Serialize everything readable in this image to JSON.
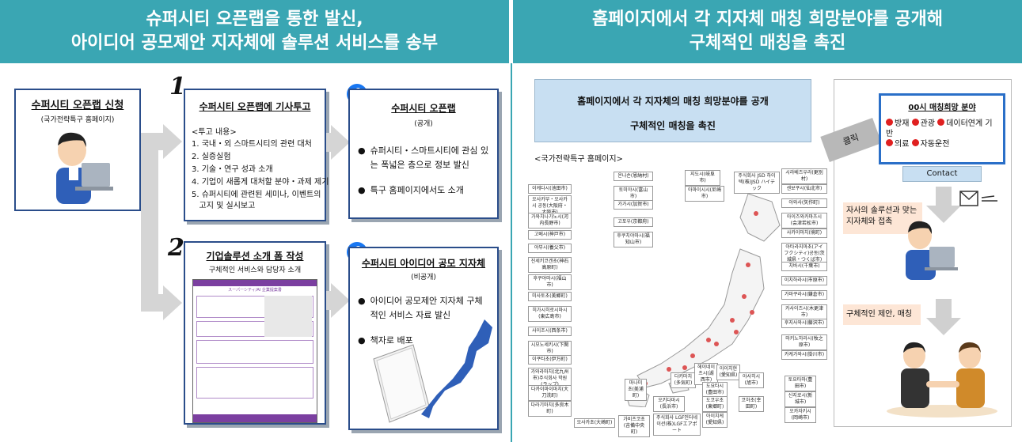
{
  "left_header": {
    "line1": "슈퍼시티 오픈랩을 통한 발신,",
    "line2": "아이디어 공모제안 지자체에 솔루션 서비스를 송부"
  },
  "right_header": {
    "line1": "홈페이지에서 각 지자체 매칭 희망분야를 공개해",
    "line2": "구체적인 매칭을 촉진"
  },
  "apply_box": {
    "title": "수퍼시티 오픈랩 신청",
    "sub": "(국가전략특구 홈페이지)"
  },
  "step1": {
    "num": "1",
    "title": "수퍼시티 오픈랩에 기사투고",
    "intro": "<투고 내용>",
    "items": [
      "1. 국내・외 스마트시티의 관련 대처",
      "2. 실증실험",
      "3. 기술・연구 성과 소개",
      "4. 기업이 새롭게 대처할 분야・과제 제기",
      "5. 슈퍼시티에 관련된 세미나, 이벤트의",
      "   고지 및 실시보고"
    ]
  },
  "openlab_box": {
    "title": "수퍼시티 오픈랩",
    "sub": "(공개)",
    "bullets": [
      "슈퍼시티・스마트시티에 관심 있는 폭넓은 층으로 정보 발신",
      "특구 홈페이지에서도 소개"
    ]
  },
  "step2": {
    "num": "2",
    "title": "기업솔루션 소개 폼 작성",
    "sub": "구체적인 서비스와 담당자 소개",
    "form_title": "スーパーシティ/AI 企業提案書"
  },
  "idea_box": {
    "title": "수퍼시티 아이디어 공모 지자체",
    "sub": "(비공개)",
    "bullets": [
      "아이디어 공모제안 지자체 구체적인 서비스 자료 발신",
      "책자로 배포"
    ]
  },
  "right_panel": {
    "banner_line1": "홈페이지에서 각 지자체의 매칭 희망분야를 공개",
    "banner_line2": "구체적인 매칭을 촉진",
    "site_label": "<국가전략특구 홈페이지>",
    "click_label": "클릭",
    "match_title": "00시 매칭희망 분야",
    "match_fields": [
      "방재",
      "관광",
      "데이터연계 기반",
      "의료",
      "자동운전"
    ],
    "contact": "Contact",
    "approach": "자사의 솔루션과 맞는 지자체와 접촉",
    "proposal": "구체적인 제안, 매칭"
  },
  "cities_left": [
    "이케다시(池田市)",
    "오사카부・오사카시 공동(大阪府・大阪市)",
    "가와치나가노시(河内長野市)",
    "고베시(神戸市)",
    "야부시(養父市)",
    "진세키코겐초(神石高原町)",
    "후쿠야마시(福山市)",
    "미사토초(美郷町)",
    "히가시히로시마시(東広島市)",
    "사이조시(西条市)",
    "시모노세키시(下関市)",
    "이쿠타초(伊万町)",
    "가와라마치(北九州市)주식회사 학원(ラップ)",
    "다카이마이마치(大刀洗町)",
    "다라기마치(多良木町)"
  ],
  "cities_top": [
    "온나손(恩納村)",
    "토미야시(富山市)",
    "가가시(加賀市)",
    "고포우(京都府)",
    "후쿠치야마시(福知山市)",
    "지도시(岐阜市)",
    "아마이시시(尼崎市)",
    "주식회사 JSD 하이텍(株)JSD ハイテック"
  ],
  "cities_right": [
    "시라베즈우라(更別村)",
    "센보쿠시(仙北市)",
    "아와사(矢作町)",
    "아이즈와카마츠시(会津若松市)",
    "사카이마치(境町)",
    "아타라지마초(アイフクシティ)공동(茨城県・つくば市)",
    "치바시(千葉市)",
    "이치하라시(市原市)",
    "가마쿠라시(鎌倉市)",
    "카사이즈시(木更津市)",
    "후지사와시(藤沢市)",
    "마키노하라시(牧之原市)",
    "카케가와시(掛川市)"
  ],
  "cities_bottom": [
    "오사카초(大崎町)",
    "가비츠코초(吉備中央町)",
    "주식회사 LGF인터네이션(株)LGFエアポート",
    "마나미초(美浦町)",
    "오키다마시(長浜市)",
    "다키마치(多気町)",
    "헤이네이츠시(湖西市)",
    "아이치현(愛知県)",
    "도요타시(豊田市)",
    "도코우초(東郷町)",
    "아이치케(愛知県)",
    "코하초(幸田町)",
    "아사히시(旭市)"
  ],
  "cities_far_right": [
    "토요타마(豊田市)",
    "신지로시(新城市)",
    "오카자키시(岡崎市)"
  ]
}
